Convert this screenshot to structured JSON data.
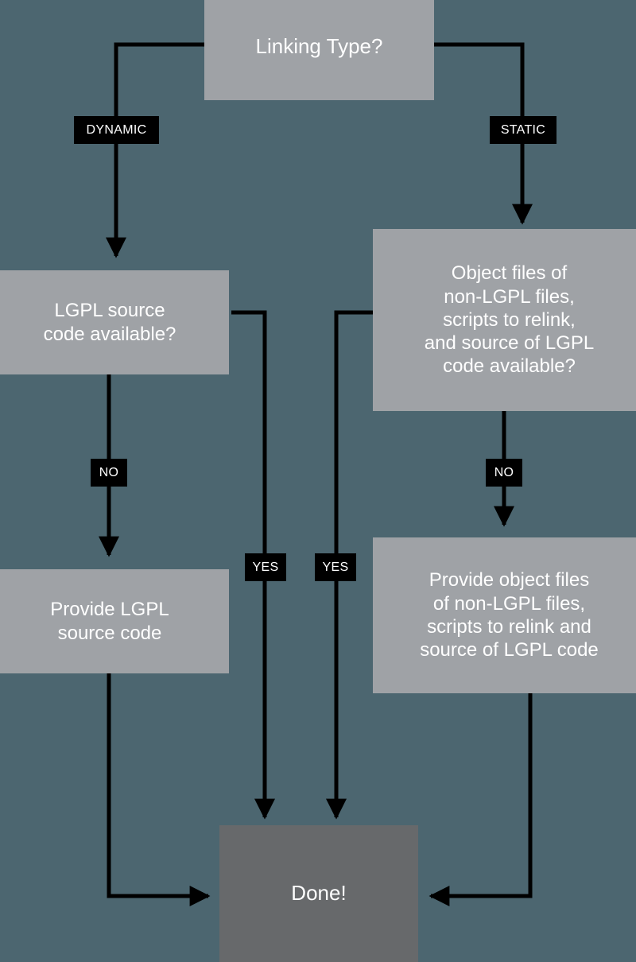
{
  "diagram": {
    "title": "LGPL compliance decision flowchart",
    "background_color": "#4c6670",
    "decision_box_color": "#9fa2a6",
    "terminal_box_color": "#67696b",
    "edge_color": "#000000",
    "label_background_color": "#000000",
    "label_text_color": "#ffffff",
    "node_text_color": "#ffffff"
  },
  "nodes": {
    "linking_type": "Linking Type?",
    "lgpl_available": "LGPL source\ncode available?",
    "object_files_available": "Object files of\nnon-LGPL files,\nscripts to relink,\nand source of LGPL\ncode available?",
    "provide_lgpl": "Provide LGPL\nsource code",
    "provide_object_files": "Provide object files\nof non-LGPL files,\nscripts to relink and\nsource of LGPL code",
    "done": "Done!"
  },
  "edge_labels": {
    "dynamic": "DYNAMIC",
    "static": "STATIC",
    "no_left": "NO",
    "no_right": "NO",
    "yes_left": "YES",
    "yes_right": "YES"
  }
}
